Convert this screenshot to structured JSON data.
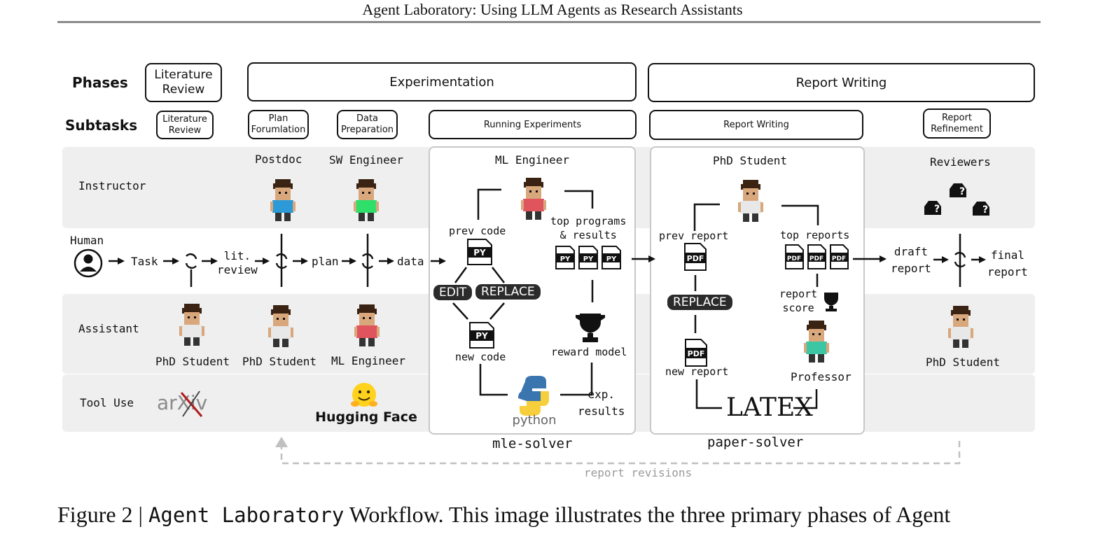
{
  "header": {
    "title": "Agent Laboratory: Using LLM Agents as Research Assistants"
  },
  "rows": {
    "phases": "Phases",
    "subtasks": "Subtasks",
    "instructor": "Instructor",
    "human": "Human",
    "assistant": "Assistant",
    "tool_use": "Tool Use"
  },
  "phases": {
    "literature_review": "Literature\nReview",
    "experimentation": "Experimentation",
    "report_writing": "Report Writing"
  },
  "subtasks": {
    "literature_review": "Literature\nReview",
    "plan_formulation": "Plan\nForumlation",
    "data_preparation": "Data\nPreparation",
    "running_experiments": "Running Experiments",
    "report_writing": "Report Writing",
    "report_refinement": "Report\nRefinement"
  },
  "instructors": {
    "postdoc": "Postdoc",
    "sw_engineer": "SW Engineer",
    "ml_engineer": "ML Engineer",
    "phd_student": "PhD Student",
    "reviewers": "Reviewers"
  },
  "assistants": {
    "phd_student_1": "PhD Student",
    "phd_student_2": "PhD Student",
    "ml_engineer": "ML Engineer",
    "professor": "Professor",
    "phd_student_3": "PhD Student"
  },
  "flow": {
    "task": "Task",
    "lit_review": "lit.\nreview",
    "plan": "plan",
    "data": "data",
    "draft_report": "draft\nreport",
    "final_report": "final\nreport"
  },
  "mle_solver": {
    "name": "mle-solver",
    "prev_code": "prev code",
    "top_programs": "top programs\n& results",
    "edit": "EDIT",
    "replace": "REPLACE",
    "new_code": "new code",
    "reward_model": "reward model",
    "exp_results": "exp.\nresults",
    "file_label": "PY",
    "python": "python"
  },
  "paper_solver": {
    "name": "paper-solver",
    "prev_report": "prev report",
    "top_reports": "top reports",
    "replace": "REPLACE",
    "new_report": "new report",
    "report_score": "report\nscore",
    "file_label": "PDF",
    "latex": "LATEX"
  },
  "tools": {
    "arxiv": "arXiv",
    "hugging_face": "Hugging Face"
  },
  "feedback": "report revisions",
  "caption": {
    "prefix": "Figure 2 | ",
    "name": "Agent Laboratory",
    "text": " Workflow. This image illustrates the three primary phases of Agent"
  },
  "colors": {
    "band": "#efefef",
    "border": "#111111",
    "solver_border": "#c8c8c8",
    "tag_bg": "#2b2b2b",
    "dashed": "#c0c0c0",
    "arxiv_red": "#b31b1b",
    "hf_yellow": "#ffd21e",
    "python_blue": "#3a75b0",
    "python_yellow": "#f7cf3c"
  }
}
